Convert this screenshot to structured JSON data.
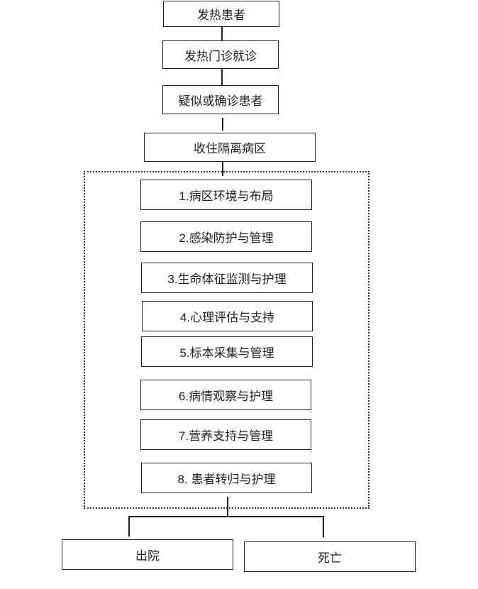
{
  "flow": {
    "top": [
      "发热患者",
      "发热门诊就诊",
      "疑似或确诊患者",
      "收住隔离病区"
    ],
    "ward_steps": [
      "1.病区环境与布局",
      "2.感染防护与管理",
      "3.生命体征监测与护理",
      "4.心理评估与支持",
      "5.标本采集与管理",
      "6.病情观察与护理",
      "7.营养支持与管理",
      "8. 患者转归与护理"
    ],
    "outcomes": [
      "出院",
      "死亡"
    ]
  }
}
